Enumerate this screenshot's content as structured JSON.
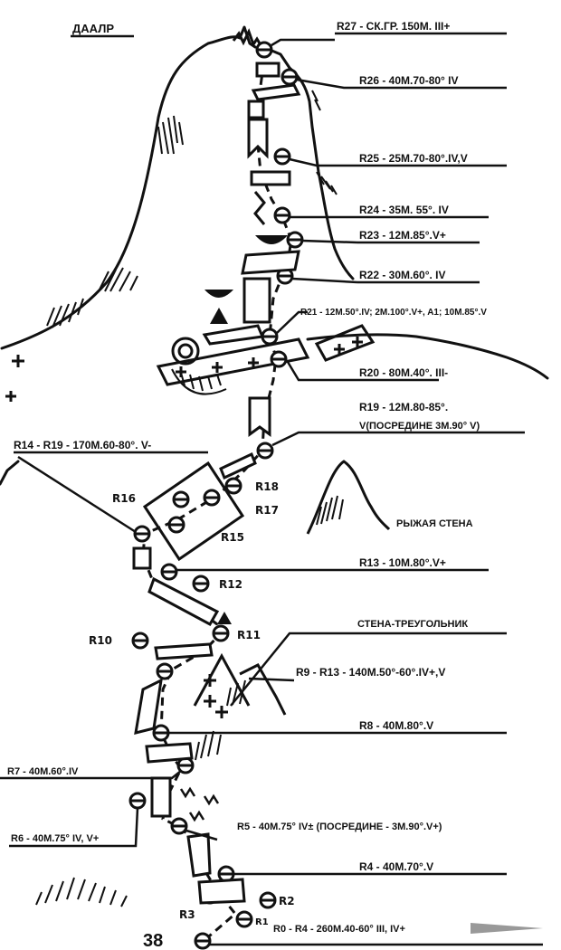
{
  "peak_name": "ДААЛР",
  "page_number": "38",
  "pitch_labels": {
    "r27": "R27 - СК.ГР. 150М. III+",
    "r26": "R26 - 40М.70-80° IV",
    "r25": "R25 - 25М.70-80°.IV,V",
    "r24": "R24 - 35М. 55°. IV",
    "r23": "R23 - 12М.85°.V+",
    "r22": "R22 - 30М.60°. IV",
    "r21": "R21 - 12М.50°.IV; 2М.100°.V+, A1; 10М.85°.V",
    "r20": "R20 - 80М.40°.   III-",
    "r19_a": "R19 - 12М.80-85°.",
    "r19_b": "V(ПОСРЕДИНЕ 3М.90° V)",
    "r14_r19": "R14 - R19 - 170М.60-80°. V-",
    "r13": "R13 - 10М.80°.V+",
    "r9_r13": "R9 - R13 - 140М.50°-60°.IV+,V",
    "r8": "R8 - 40М.80°.V",
    "r7": "R7 - 40М.60°.IV",
    "r6": "R6 - 40М.75° IV, V+",
    "r5": "R5 - 40М.75° IV±  (ПОСРЕДИНЕ - 3М.90°.V+)",
    "r4": "R4 - 40М.70°.V",
    "r0_r4": "R0 - R4 - 260М.40-60° III, IV+"
  },
  "feature_labels": {
    "red_wall": "РЫЖАЯ СТЕНА",
    "triangle_wall": "СТЕНА-ТРЕУГОЛЬНИК"
  },
  "point_labels": {
    "r18": "R18",
    "r17": "R17",
    "r16": "R16",
    "r15": "R15",
    "r12": "R12",
    "r11": "R11",
    "r10": "R10",
    "r3": "R3",
    "r2": "R2",
    "r1": "R1"
  },
  "colors": {
    "ink": "#111111",
    "paper": "#ffffff"
  }
}
